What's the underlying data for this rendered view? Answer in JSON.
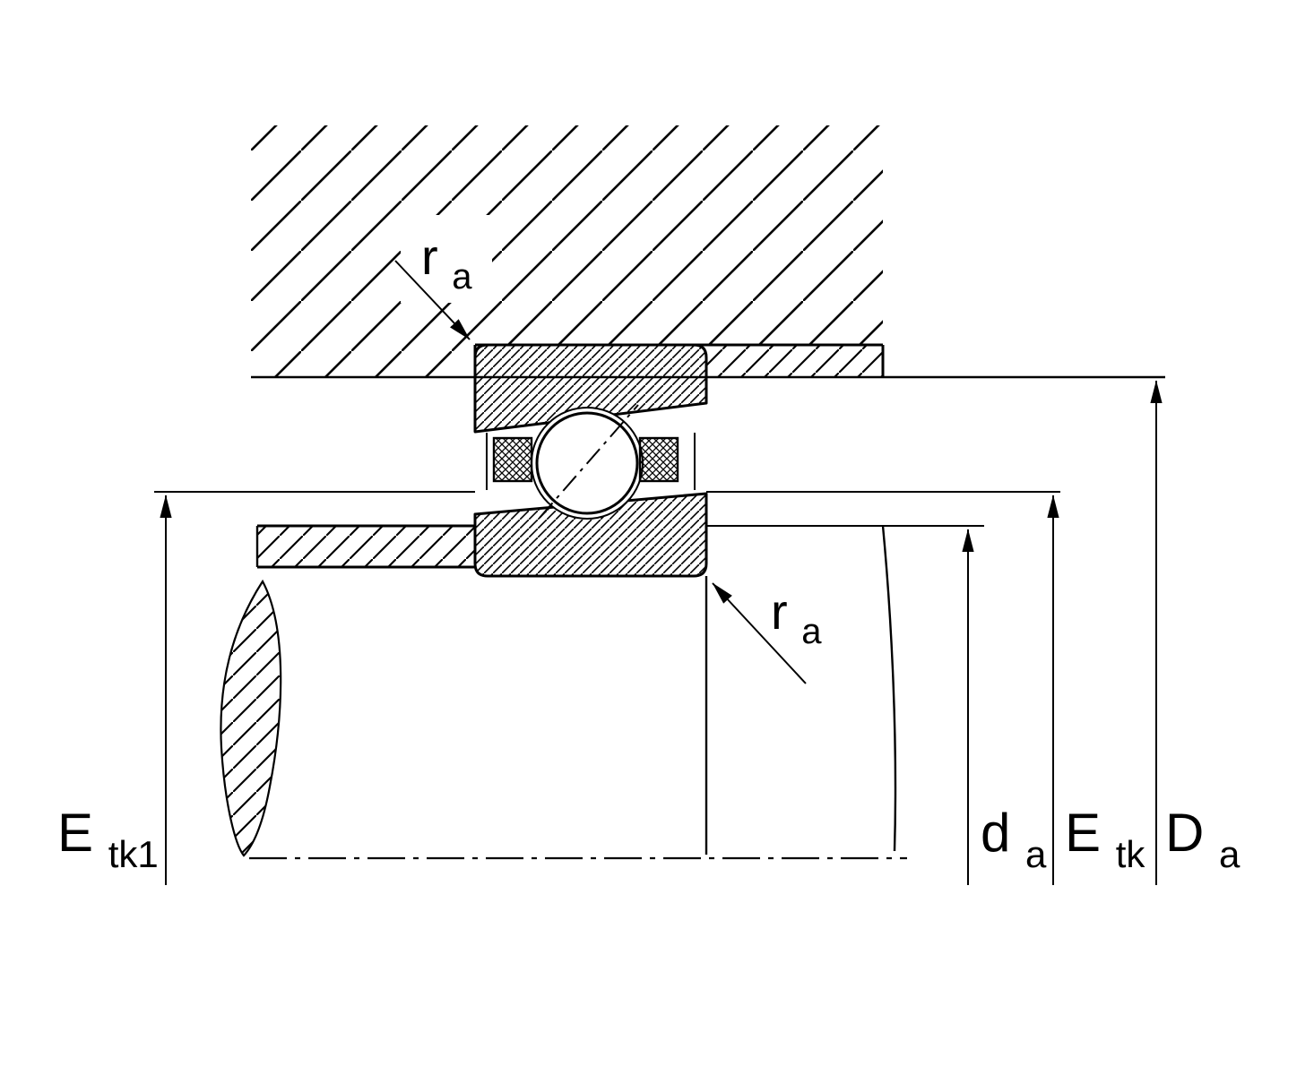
{
  "drawing": {
    "title": "bearing-mounting-cross-section",
    "labels": {
      "ra_top": {
        "main": "r",
        "sub": "a"
      },
      "ra_bottom": {
        "main": "r",
        "sub": "a"
      },
      "etk1": {
        "main": "E",
        "sub": "tk1"
      },
      "da": {
        "main": "d",
        "sub": "a"
      },
      "etk": {
        "main": "E",
        "sub": "tk"
      },
      "Da": {
        "main": "D",
        "sub": "a"
      }
    },
    "colors": {
      "line": "#000000",
      "background": "#ffffff"
    }
  }
}
